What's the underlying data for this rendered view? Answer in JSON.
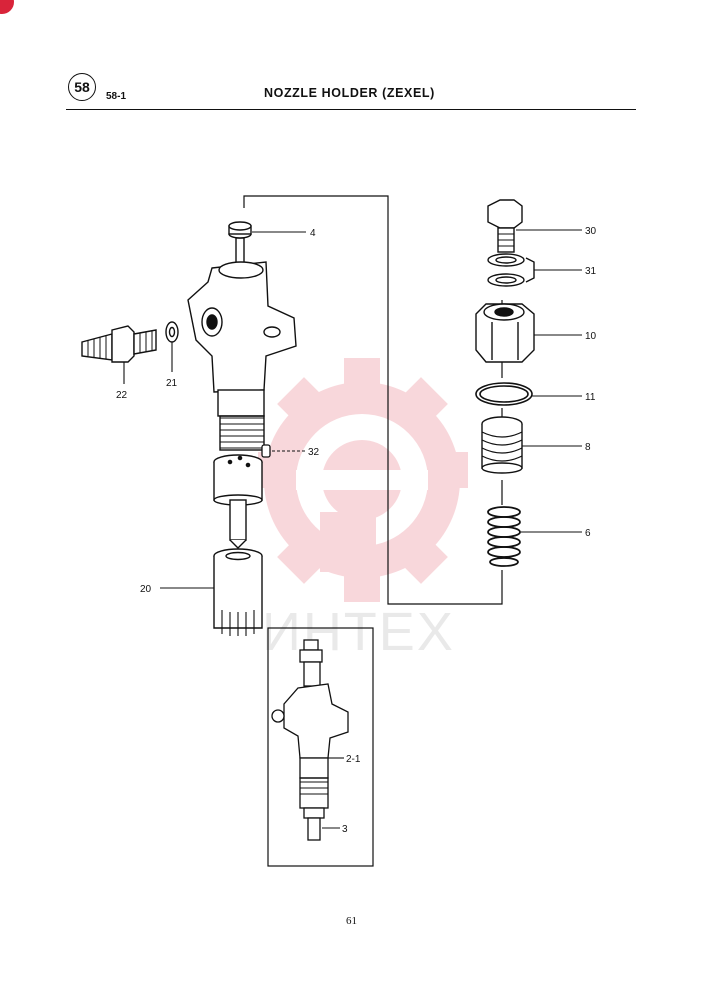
{
  "header": {
    "badge": "58",
    "subsection": "58-1",
    "title": "NOZZLE HOLDER (ZEXEL)"
  },
  "callouts": {
    "p4": "4",
    "p22": "22",
    "p21": "21",
    "p32": "32",
    "p20": "20",
    "p30": "30",
    "p31": "31",
    "p10": "10",
    "p11": "11",
    "p8": "8",
    "p6": "6",
    "p2_1": "2-1",
    "p3": "3"
  },
  "watermark": {
    "text": "ИНТЕХ",
    "color": "#f4b8be"
  },
  "footer": {
    "page_number": "61"
  },
  "colors": {
    "ink": "#111111",
    "corner_mark": "#d9243a"
  }
}
